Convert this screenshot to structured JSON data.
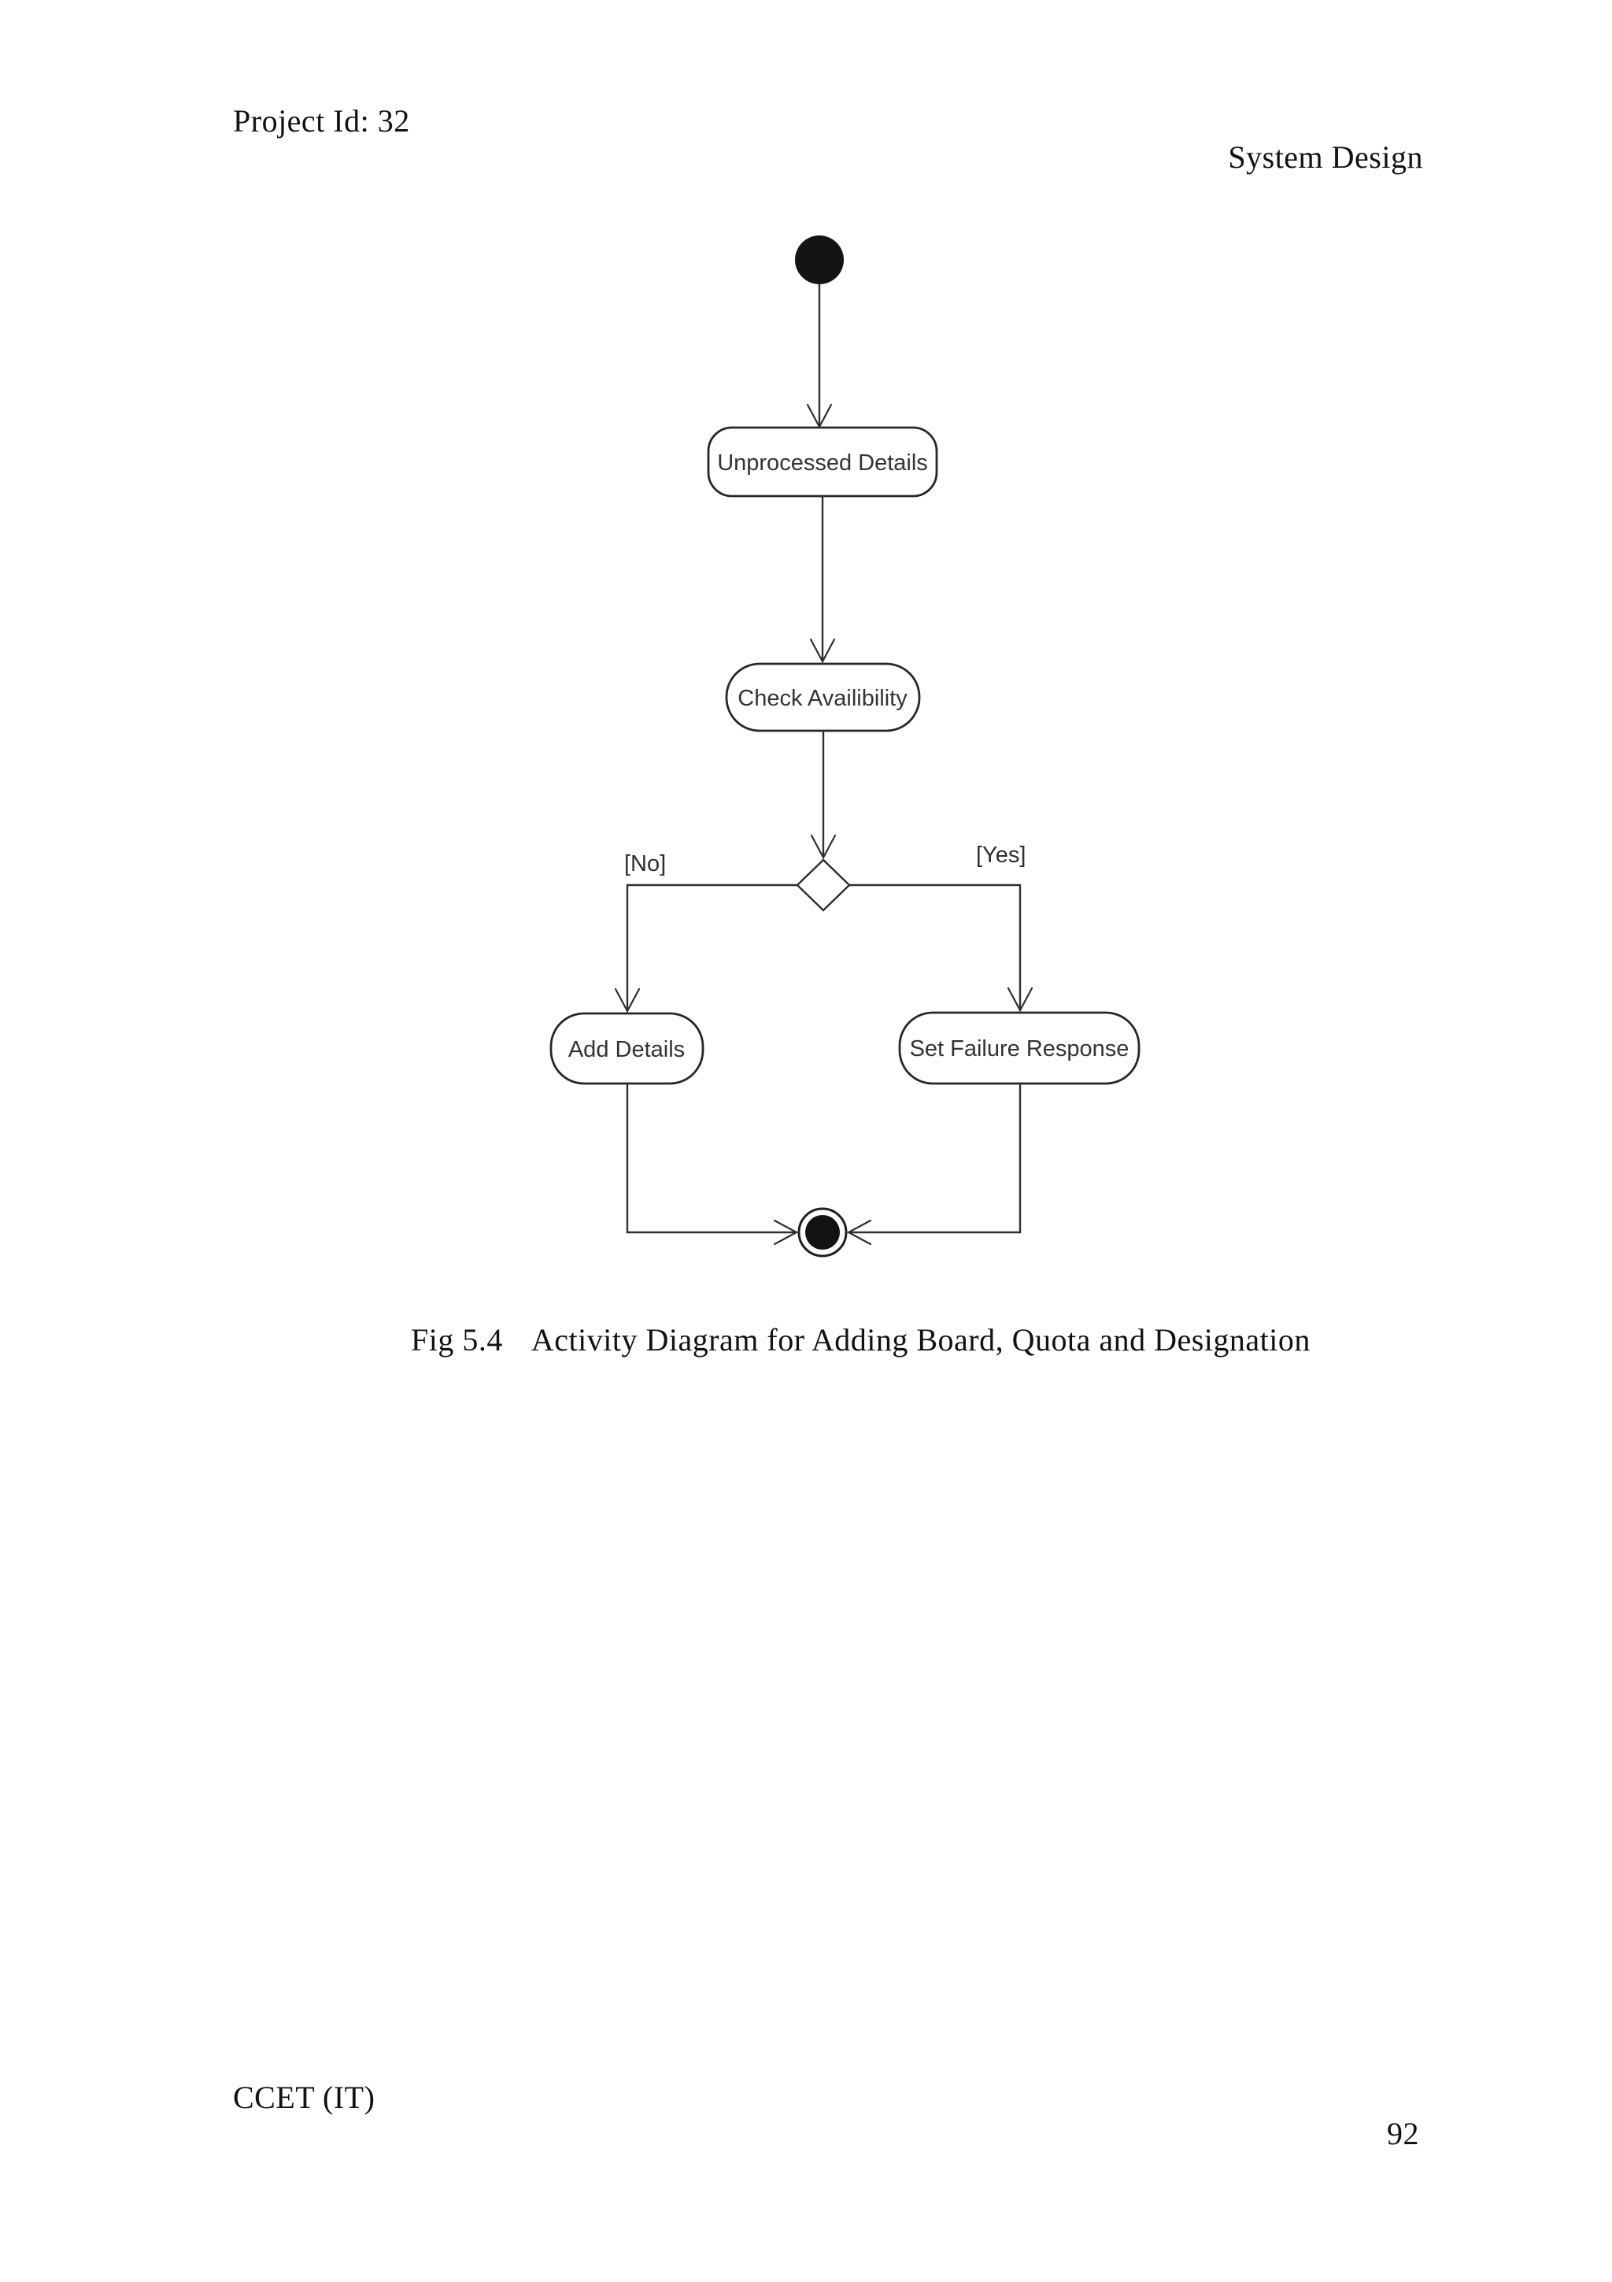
{
  "page": {
    "header_left": "Project Id: 32",
    "header_right": "System Design",
    "footer_left": "CCET (IT)",
    "page_number": "92"
  },
  "caption": {
    "fig": "Fig 5.4",
    "text": "Activity Diagram for Adding Board, Quota and Designation"
  },
  "diagram": {
    "type": "uml-activity-diagram",
    "colors": {
      "stroke": "#2f2f2f",
      "node_fill": "#ffffff",
      "node_text": "#333333",
      "start_end_fill": "#141414"
    },
    "node_labels": {
      "unprocessed": "Unprocessed Details",
      "check": "Check Availibility",
      "add": "Add Details",
      "fail": "Set Failure Response"
    },
    "guards": {
      "no": "[No]",
      "yes": "[Yes]"
    },
    "nodes": [
      {
        "id": "start",
        "type": "initial-state",
        "label": ""
      },
      {
        "id": "unprocessed",
        "type": "action-state",
        "label": "Unprocessed Details"
      },
      {
        "id": "check",
        "type": "action-state",
        "label": "Check Availibility"
      },
      {
        "id": "decision",
        "type": "decision",
        "label": ""
      },
      {
        "id": "add",
        "type": "action-state",
        "label": "Add Details"
      },
      {
        "id": "fail",
        "type": "action-state",
        "label": "Set Failure Response"
      },
      {
        "id": "end",
        "type": "final-state",
        "label": ""
      }
    ],
    "edges": [
      {
        "from": "start",
        "to": "unprocessed",
        "guard": ""
      },
      {
        "from": "unprocessed",
        "to": "check",
        "guard": ""
      },
      {
        "from": "check",
        "to": "decision",
        "guard": ""
      },
      {
        "from": "decision",
        "to": "add",
        "guard": "[No]"
      },
      {
        "from": "decision",
        "to": "fail",
        "guard": "[Yes]"
      },
      {
        "from": "add",
        "to": "end",
        "guard": ""
      },
      {
        "from": "fail",
        "to": "end",
        "guard": ""
      }
    ]
  }
}
